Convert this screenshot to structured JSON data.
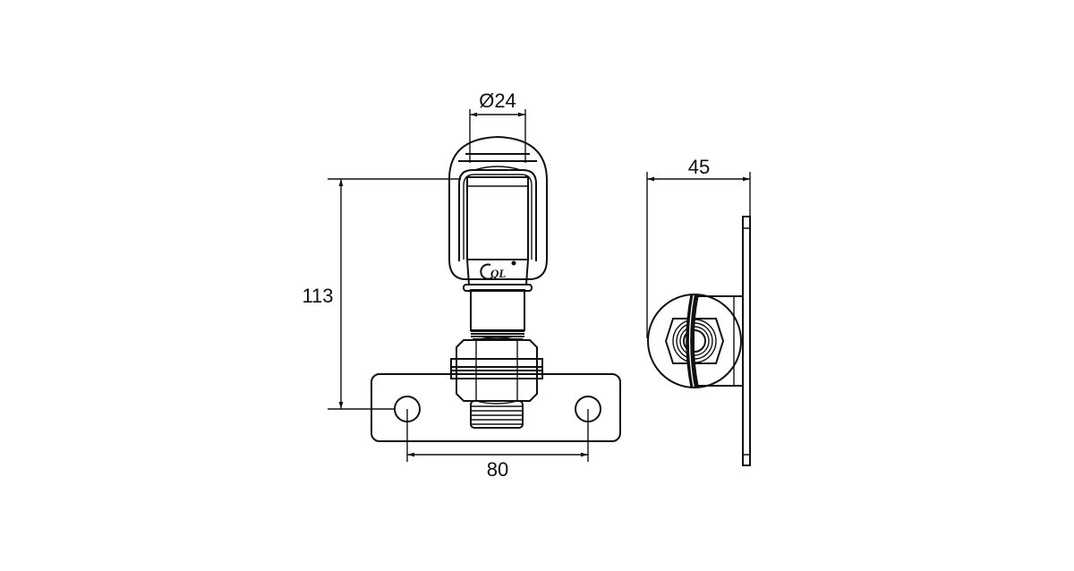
{
  "drawing": {
    "dimensions": {
      "diameter": "Ø24",
      "height": "113",
      "hole_spacing": "80",
      "depth": "45"
    },
    "logo_text": "CQL"
  }
}
